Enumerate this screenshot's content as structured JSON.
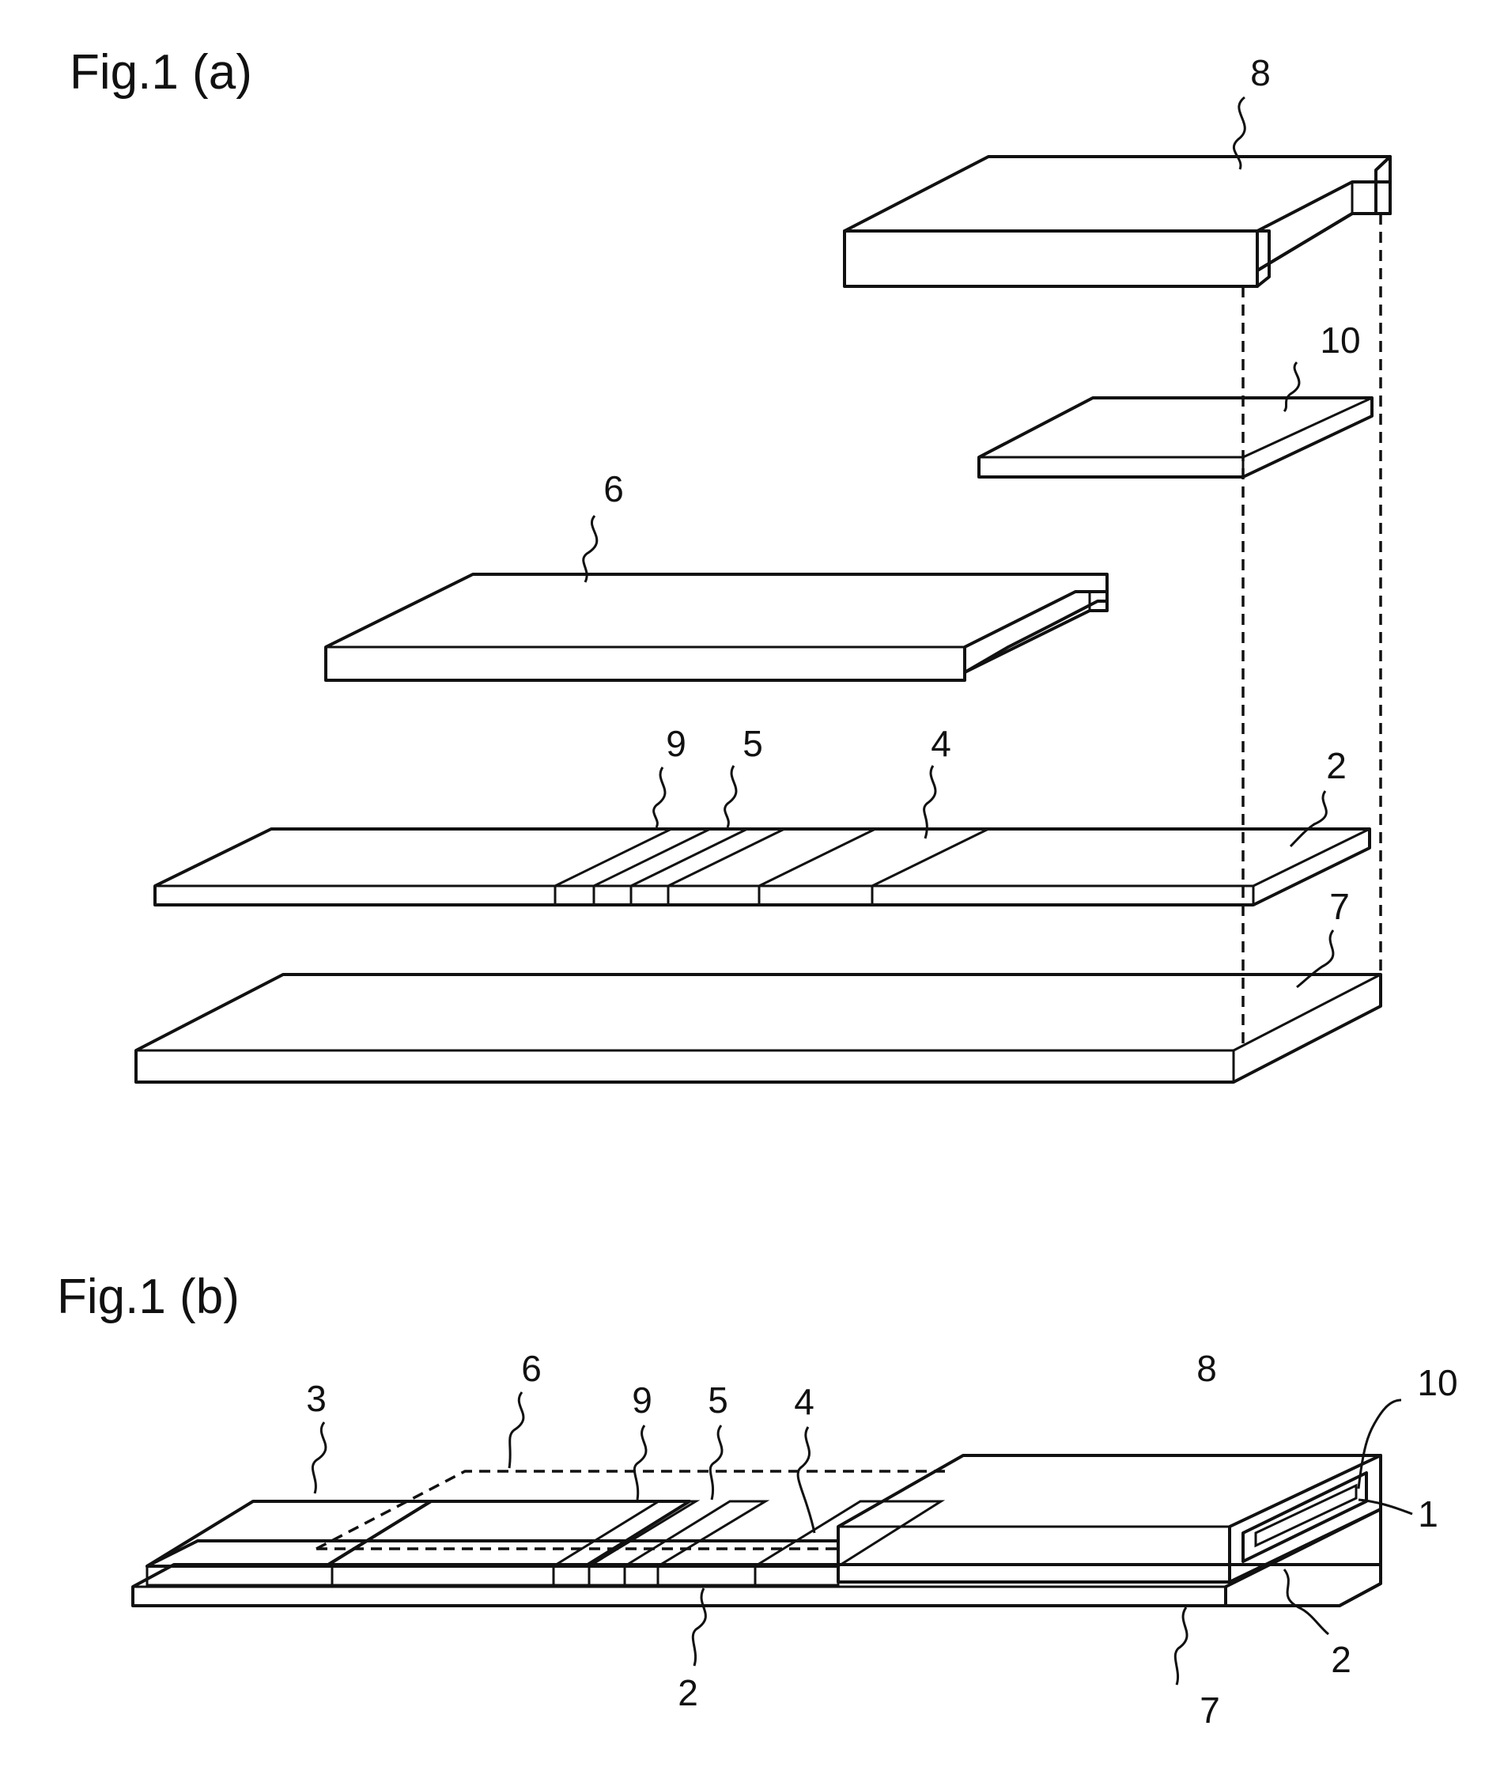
{
  "figure_a": {
    "title": "Fig.1 (a)",
    "labels": {
      "part_8": "8",
      "part_10": "10",
      "part_6": "6",
      "part_9": "9",
      "part_5": "5",
      "part_4": "4",
      "part_2": "2",
      "part_7": "7"
    }
  },
  "figure_b": {
    "title": "Fig.1 (b)",
    "labels": {
      "part_3": "3",
      "part_6": "6",
      "part_9": "9",
      "part_5": "5",
      "part_4": "4",
      "part_8": "8",
      "part_10": "10",
      "part_1": "1",
      "part_2_front": "2",
      "part_2_side": "2",
      "part_7": "7"
    }
  }
}
